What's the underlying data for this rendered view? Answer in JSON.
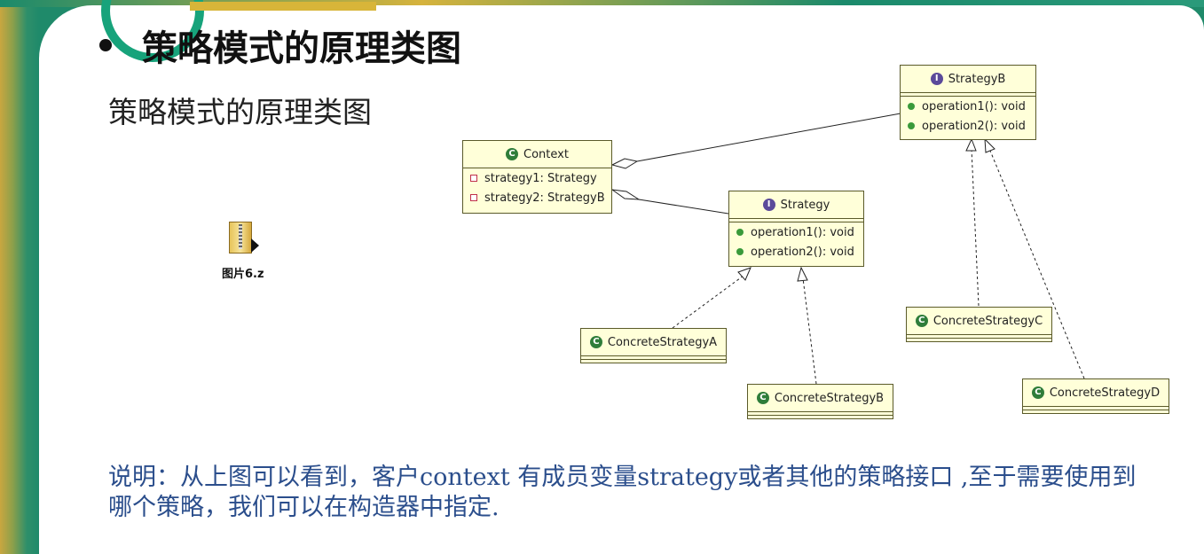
{
  "heading": "策略模式的原理类图",
  "subheading": "策略模式的原理类图",
  "file": {
    "label": "图片6.z",
    "icon": "zip-folder-icon"
  },
  "diagram": {
    "classes": [
      {
        "id": "context",
        "name": "Context",
        "kind": "class",
        "attributes": [
          "strategy1: Strategy",
          "strategy2: StrategyB"
        ],
        "operations": []
      },
      {
        "id": "strategy",
        "name": "Strategy",
        "kind": "interface",
        "attributes": [],
        "operations": [
          "operation1(): void",
          "operation2(): void"
        ]
      },
      {
        "id": "strategyB",
        "name": "StrategyB",
        "kind": "interface",
        "attributes": [],
        "operations": [
          "operation1(): void",
          "operation2(): void"
        ]
      },
      {
        "id": "csA",
        "name": "ConcreteStrategyA",
        "kind": "class",
        "attributes": [],
        "operations": []
      },
      {
        "id": "csB",
        "name": "ConcreteStrategyB",
        "kind": "class",
        "attributes": [],
        "operations": []
      },
      {
        "id": "csC",
        "name": "ConcreteStrategyC",
        "kind": "class",
        "attributes": [],
        "operations": []
      },
      {
        "id": "csD",
        "name": "ConcreteStrategyD",
        "kind": "class",
        "attributes": [],
        "operations": []
      }
    ],
    "relations": [
      {
        "from": "context",
        "to": "strategyB",
        "type": "aggregation"
      },
      {
        "from": "context",
        "to": "strategy",
        "type": "aggregation"
      },
      {
        "from": "csA",
        "to": "strategy",
        "type": "realization"
      },
      {
        "from": "csB",
        "to": "strategy",
        "type": "realization"
      },
      {
        "from": "csC",
        "to": "strategyB",
        "type": "realization"
      },
      {
        "from": "csD",
        "to": "strategyB",
        "type": "realization"
      }
    ]
  },
  "description": "说明：从上图可以看到，客户context 有成员变量strategy或者其他的策略接口 ,至于需要使用到哪个策略，我们可以在构造器中指定.",
  "colors": {
    "accent": "#1b8a6b",
    "uml_fill": "#ffffd9",
    "description_text": "#2b4e8c"
  }
}
